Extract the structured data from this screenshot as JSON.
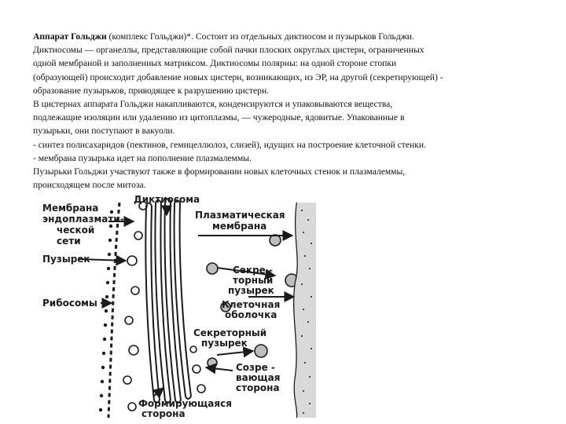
{
  "text": {
    "term": "Аппарат Гольджи",
    "line1_rest": " (комплекс Гольджи)*. Состоит из отдельных диктиосом и пузырьков Гольджи.",
    "line2": "Диктиосомы — органеллы, представляющие собой пачки плоских округлых цистерн, ограниченных",
    "line3": "одной мембраной и заполненных матриксом. Диктиосомы полярны: на одной стороне стопки",
    "line4": "(образующей) происходит добавление новых цистерн, возникающих, из ЭР, на другой (секретирующей) -",
    "line5": "образование пузырьков, приводящее к разрушению цистерн.",
    "line6": "В цистернах аппарата Гольджи накапливаются, конденсируются и упаковываются вещества,",
    "line7": "подлежащие изоляции или удалению из цитоплазмы, — чужеродные, ядовитые. Упакованные в",
    "line8": "пузырьки, они поступают в вакуоли.",
    "line9": "-  синтез полисахаридов (пектинов, гемицеллюлоз, слизей), идущих на построение клеточной стенки.",
    "line10": " - мембрана пузырька идет на пополнение плазмалеммы.",
    "line11": "Пузырьки Гольджи участвуют также в формировании новых клеточных стенок и плазмалеммы,",
    "line12": "происходящем после митоза."
  },
  "diagram": {
    "label_er_1": "Мембрана",
    "label_er_2": "эндоплазмати-",
    "label_er_3": "ческой",
    "label_er_4": "сети",
    "label_vesicle": "Пузырек",
    "label_ribosomes": "Рибосомы",
    "label_dictyosome": "Диктиосома",
    "label_plasma_1": "Плазматическая",
    "label_plasma_2": "мембрана",
    "label_secretory_1": "Секре -",
    "label_secretory_2": "торный",
    "label_secretory_3": "пузырек",
    "label_wall_1": "Клеточная",
    "label_wall_2": "оболочка",
    "label_secvesicle_1": "Секреторный",
    "label_secvesicle_2": "пузырек",
    "label_maturing_1": "Созре -",
    "label_maturing_2": "вающая",
    "label_maturing_3": "сторона",
    "label_forming_1": "Формирующаяся",
    "label_forming_2": "сторона"
  }
}
